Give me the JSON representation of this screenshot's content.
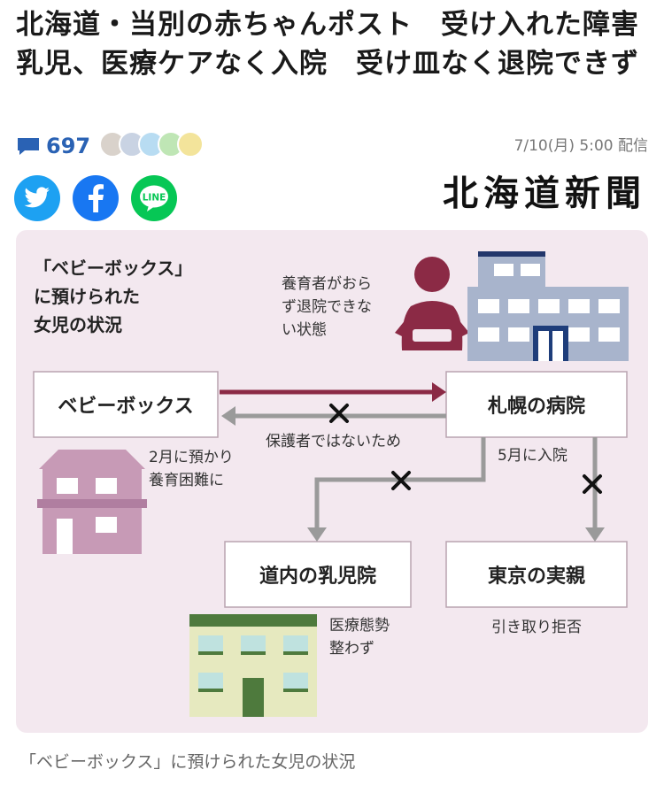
{
  "article": {
    "title": "北海道・当別の赤ちゃんポスト　受け入れた障害乳児、医療ケアなく入院　受け皿なく退院できず",
    "comment_count": "697",
    "date": "7/10(月) 5:00 配信",
    "source_logo": "北海道新聞",
    "caption": "「ベビーボックス」に預けられた女児の状況"
  },
  "share": {
    "twitter": {
      "icon": "twitter-bird-icon",
      "color": "#1da1f2"
    },
    "facebook": {
      "icon": "facebook-f-icon",
      "color": "#1877f2",
      "glyph": "f"
    },
    "line": {
      "icon": "line-icon",
      "color": "#06c755",
      "text": "LINE"
    }
  },
  "figure": {
    "heading": [
      "「ベビーボックス」",
      "に預けられた",
      "女児の状況"
    ],
    "baby_note": [
      "養育者がおら",
      "ず退院できな",
      "い状態"
    ],
    "boxes": {
      "baby_box": "ベビーボックス",
      "hospital": "札幌の病院",
      "orphanage": "道内の乳児院",
      "parents": "東京の実親"
    },
    "labels": {
      "not_guardian": "保護者ではないため",
      "entrusted": [
        "2月に預かり",
        "養育困難に"
      ],
      "admitted": "5月に入院",
      "medical": [
        "医療態勢",
        "整わず"
      ],
      "refused": "引き取り拒否"
    },
    "colors": {
      "arrow_main": "#8b2a45",
      "arrow_grey": "#9a9a9a",
      "box_bg": "#ffffff",
      "box_border": "#b9a4b0",
      "baby": "#8b2a45",
      "hospital_building": "#a8b4cc",
      "house": "#c79ab6",
      "orphanage_building": "#e6e9bf"
    }
  }
}
